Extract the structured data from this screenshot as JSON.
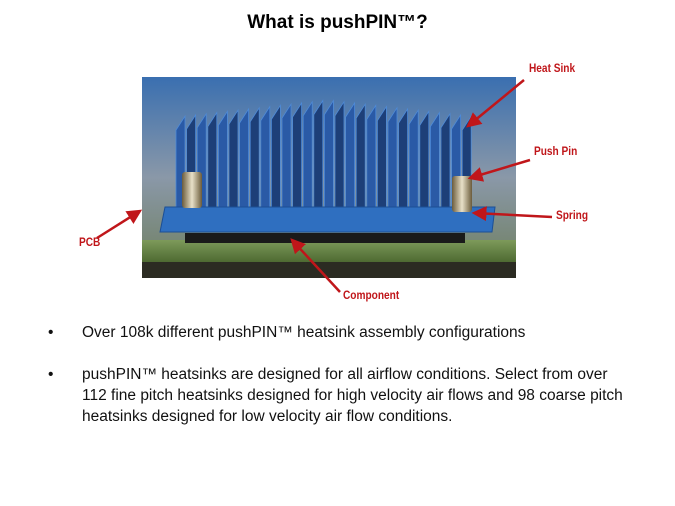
{
  "title": "What is pushPIN™?",
  "diagram": {
    "labels": {
      "heat_sink": "Heat Sink",
      "push_pin": "Push Pin",
      "spring": "Spring",
      "pcb": "PCB",
      "component": "Component"
    },
    "colors": {
      "heatsink": "#2f6fc0",
      "label": "#c0161a",
      "pcb": "#5d7a3f"
    }
  },
  "bullets": [
    {
      "marker": "•",
      "text": "Over 108k different pushPIN™ heatsink assembly configurations"
    },
    {
      "marker": "•",
      "text": "pushPIN™ heatsinks are designed for all airflow conditions. Select from over 112 fine pitch heatsinks designed for high velocity air flows and 98 coarse pitch heatsinks designed for low velocity air flow conditions."
    }
  ]
}
